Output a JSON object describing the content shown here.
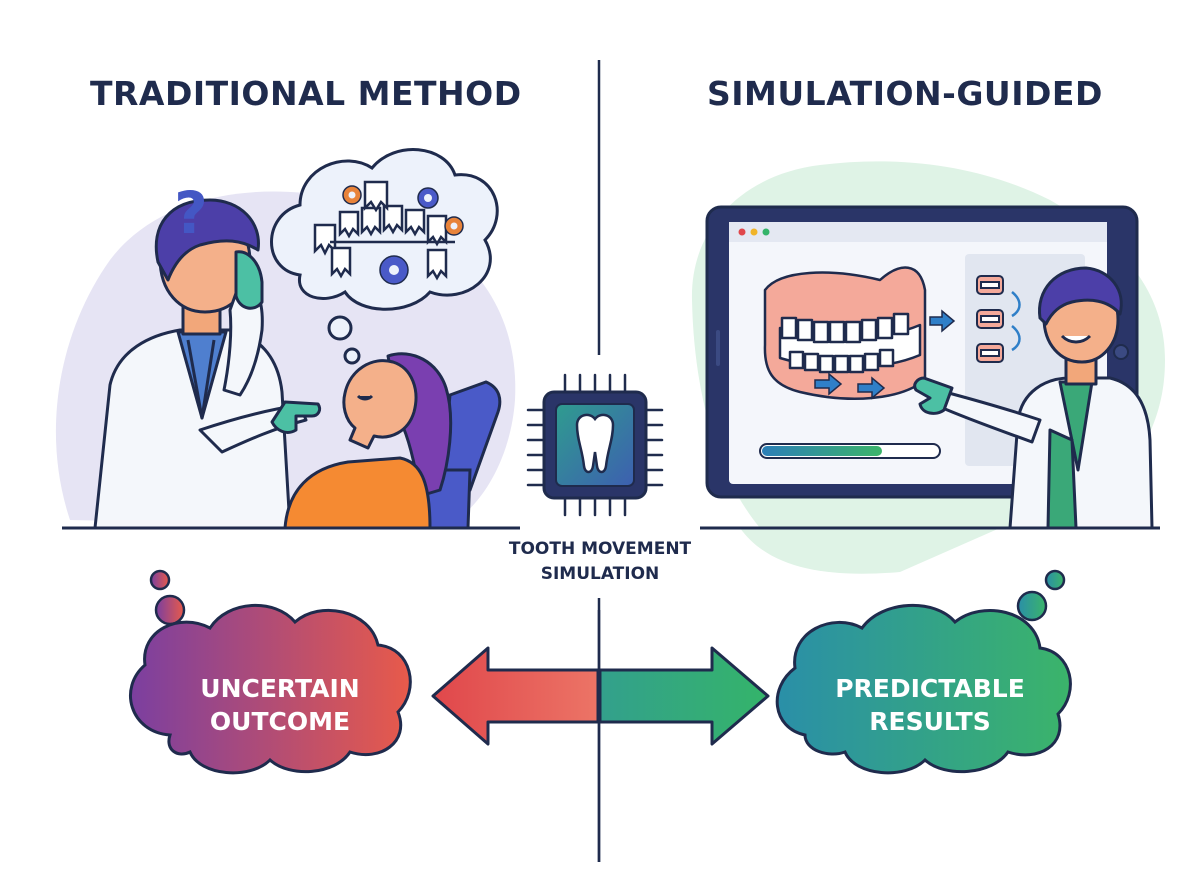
{
  "left_panel": {
    "title": "TRADITIONAL METHOD",
    "outcome_line1": "UNCERTAIN",
    "outcome_line2": "OUTCOME",
    "question_mark": "?"
  },
  "right_panel": {
    "title": "SIMULATION-GUIDED",
    "outcome_line1": "PREDICTABLE",
    "outcome_line2": "RESULTS"
  },
  "center": {
    "label_line1": "TOOTH MOVEMENT",
    "label_line2": "SIMULATION"
  },
  "colors": {
    "heading": "#1f2b4d",
    "negative_gradient": [
      "#7b3fa0",
      "#e85a4a"
    ],
    "positive_gradient": [
      "#2a8fa8",
      "#3bb46a"
    ],
    "arrow_left": "#e0474b",
    "arrow_right": "#34b46a"
  },
  "icons": {
    "chip": "tooth-chip-icon",
    "tooth": "tooth-icon",
    "gear": "gear-icon",
    "progress": "progress-bar"
  },
  "simulation_progress": 0.68
}
